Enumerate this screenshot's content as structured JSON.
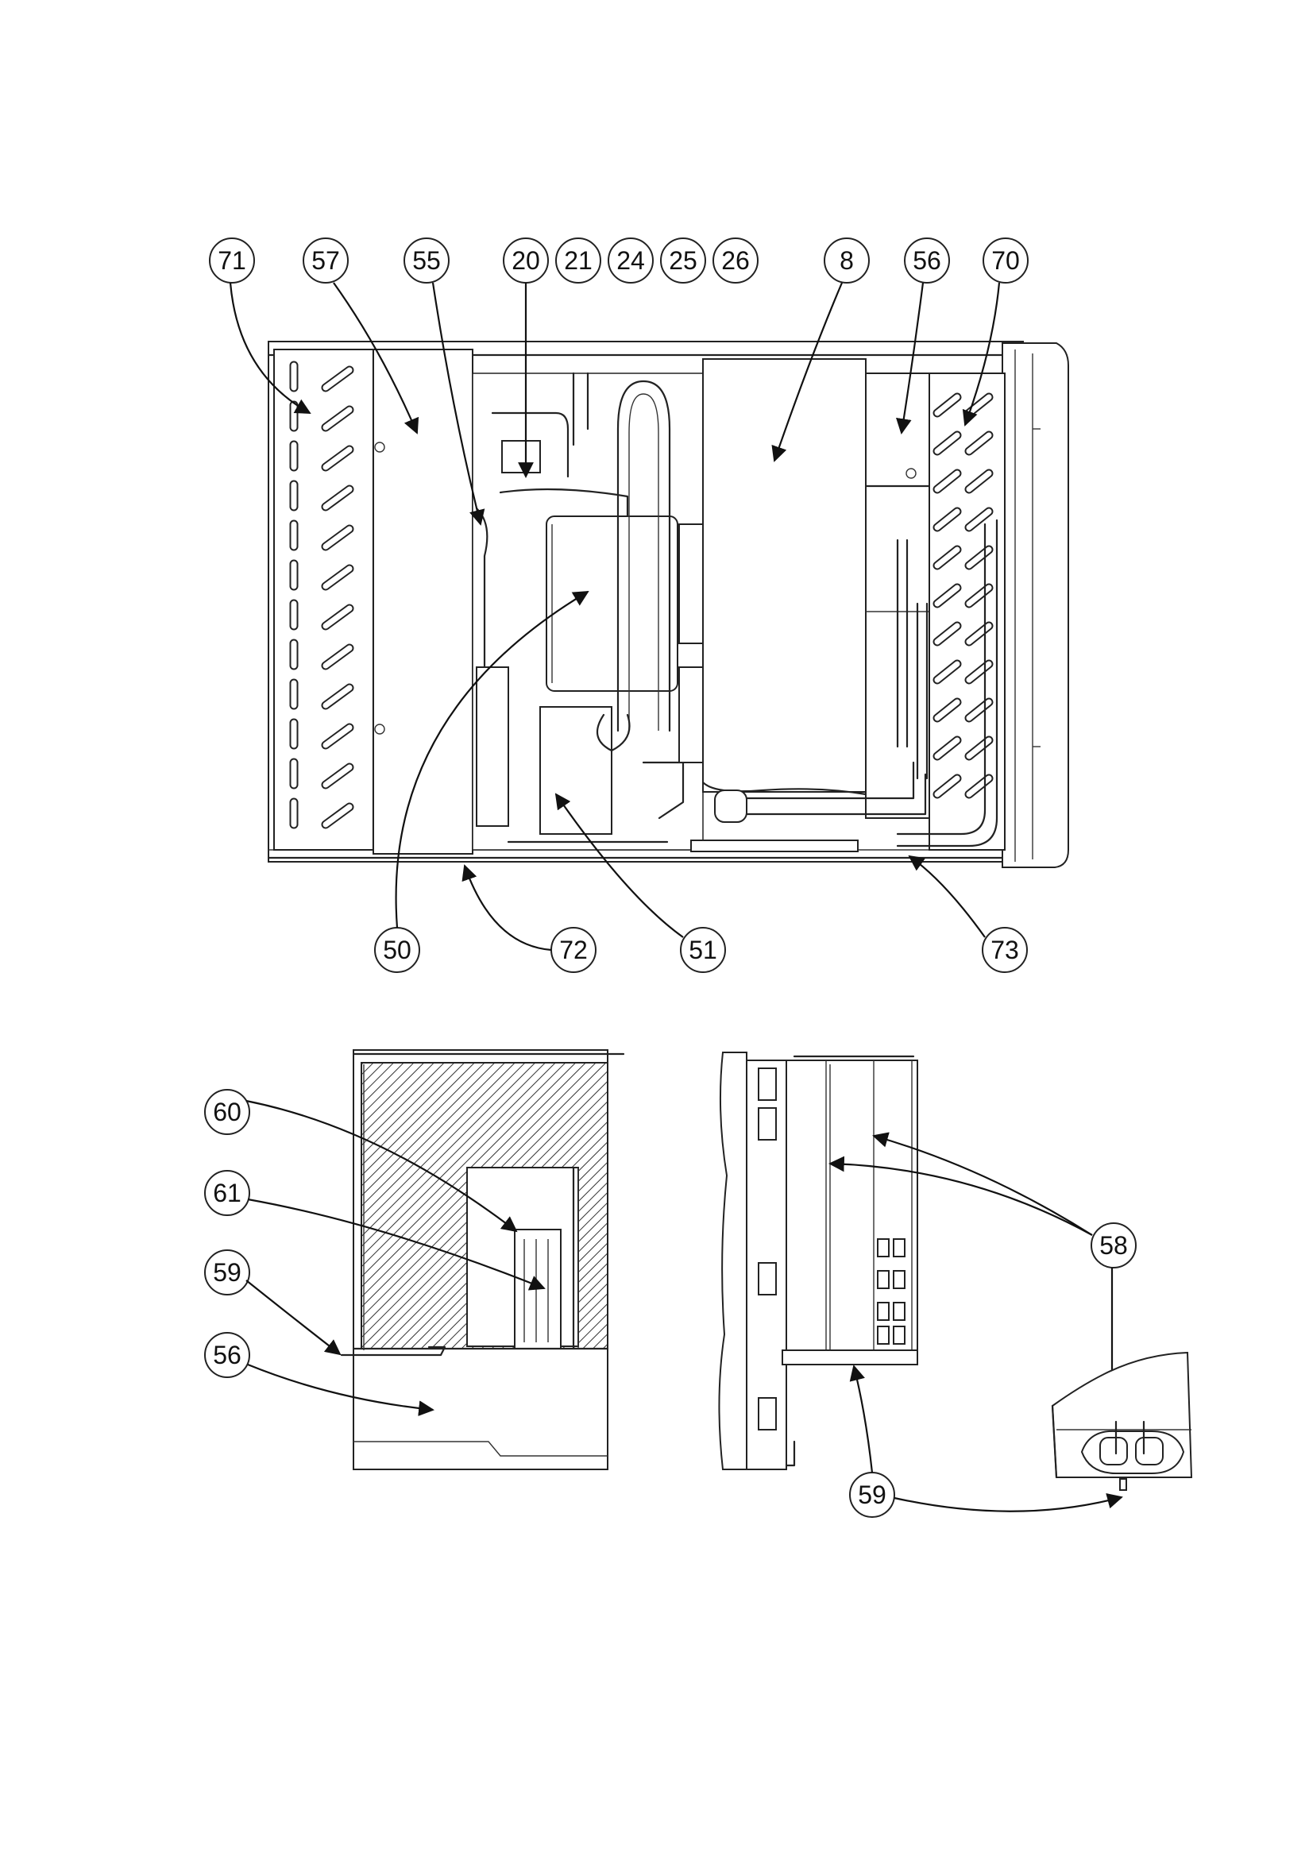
{
  "callouts": {
    "c71": "71",
    "c57": "57",
    "c55": "55",
    "c20": "20",
    "c21": "21",
    "c24": "24",
    "c25": "25",
    "c26": "26",
    "c8": "8",
    "c56": "56",
    "c70": "70",
    "c50": "50",
    "c72": "72",
    "c51": "51",
    "c73": "73",
    "c60": "60",
    "c61": "61",
    "c59a": "59",
    "c56b": "56",
    "c58": "58",
    "c59b": "59"
  }
}
